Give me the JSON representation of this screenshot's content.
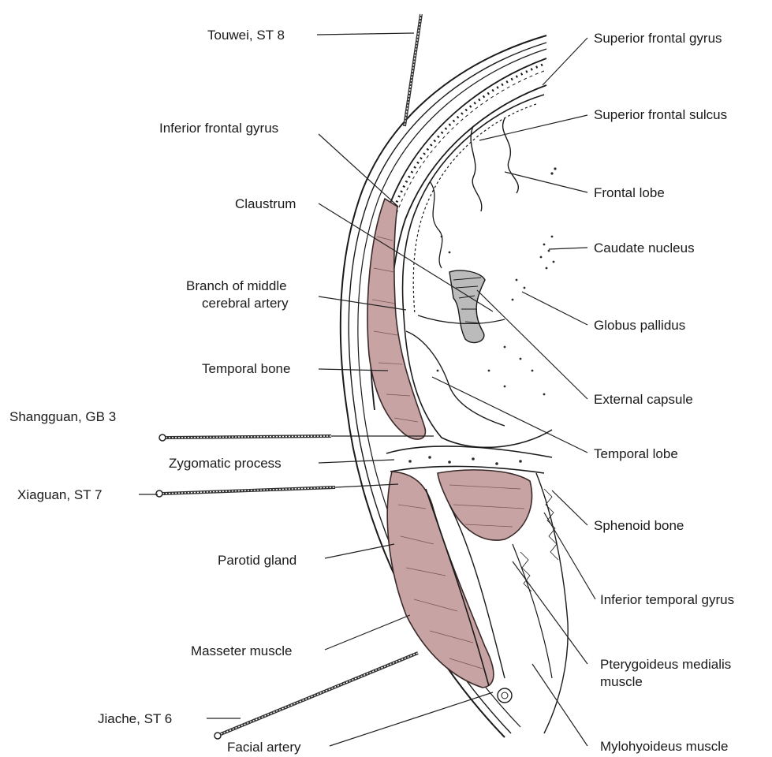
{
  "labels": {
    "touwei": "Touwei, ST 8",
    "inferior_frontal_gyrus": "Inferior frontal gyrus",
    "claustrum": "Claustrum",
    "branch_mca_line1": "Branch of middle",
    "branch_mca_line2": "cerebral artery",
    "temporal_bone": "Temporal bone",
    "shangguan": "Shangguan, GB 3",
    "zygomatic_process": "Zygomatic process",
    "xiaguan": "Xiaguan, ST 7",
    "parotid_gland": "Parotid gland",
    "masseter_muscle": "Masseter muscle",
    "jiache": "Jiache, ST 6",
    "facial_artery": "Facial artery",
    "superior_frontal_gyrus": "Superior frontal gyrus",
    "superior_frontal_sulcus": "Superior frontal sulcus",
    "frontal_lobe": "Frontal lobe",
    "caudate_nucleus": "Caudate nucleus",
    "globus_pallidus": "Globus pallidus",
    "external_capsule": "External capsule",
    "temporal_lobe": "Temporal lobe",
    "sphenoid_bone": "Sphenoid bone",
    "inferior_temporal_gyrus": "Inferior temporal gyrus",
    "pterygoideus_line1": "Pterygoideus medialis",
    "pterygoideus_line2": "muscle",
    "mylohyoideus_muscle": "Mylohyoideus muscle"
  },
  "colors": {
    "muscle_fill": "#c8a3a3",
    "ink": "#1a1a1a",
    "background": "#ffffff"
  }
}
